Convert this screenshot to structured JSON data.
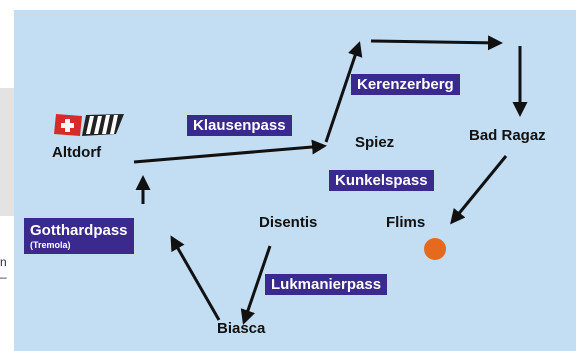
{
  "places": {
    "altdorf": "Altdorf",
    "spiez": "Spiez",
    "bad_ragaz": "Bad Ragaz",
    "flims": "Flims",
    "disentis": "Disentis",
    "biasca": "Biasca"
  },
  "passes": {
    "klausenpass": "Klausenpass",
    "kerenzerberg": "Kerenzerberg",
    "kunkelspass": "Kunkelspass",
    "gotthardpass": "Gotthardpass",
    "gotthardpass_sub": "(Tremola)",
    "lukmanierpass": "Lukmanierpass"
  },
  "colors": {
    "map_background": "#c3ddf2",
    "pass_label_background": "#3b2a8e",
    "pass_label_text": "#ffffff",
    "route_arrow": "#111111",
    "marker": "#e56a1d"
  },
  "icons": {
    "flags": "swiss-and-checkered-flags-icon",
    "marker": "orange-location-dot"
  },
  "side_panel_text": "n\n–"
}
